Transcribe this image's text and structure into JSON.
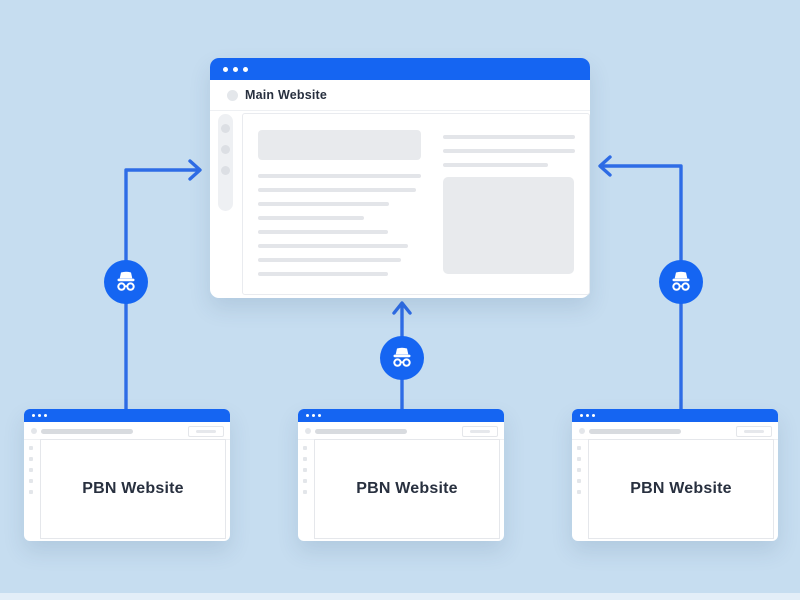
{
  "main_window": {
    "title": "Main Website"
  },
  "pbn_windows": [
    {
      "label": "PBN Website"
    },
    {
      "label": "PBN Website"
    },
    {
      "label": "PBN Website"
    }
  ],
  "icons": {
    "window_controls": "window-dots-icon",
    "connector": "incognito-icon",
    "connector_count": 3
  },
  "colors": {
    "background": "#c6ddf0",
    "accent_blue": "#1565f2",
    "arrow_blue": "#2e6ce6",
    "text_dark": "#28303f",
    "skeleton_gray": "#e3e5e9"
  }
}
